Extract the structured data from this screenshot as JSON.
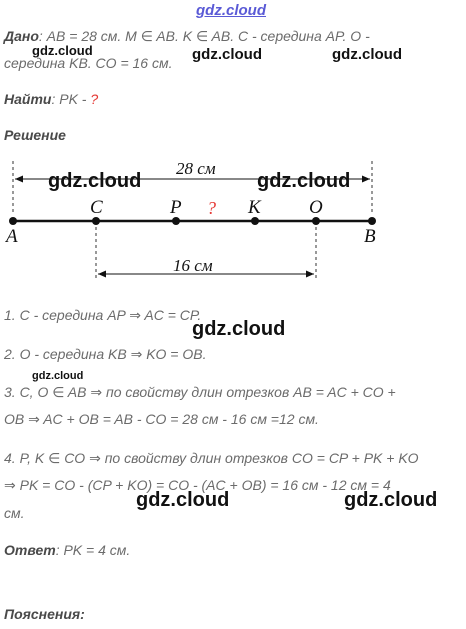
{
  "watermark": "gdz.cloud",
  "dano": {
    "label": "Дано",
    "line1": ": AB = 28 см. M ∈ AB. K ∈ AB. C - середина AP. O -",
    "line2": "середина KB. CO = 16 см."
  },
  "find": {
    "label": "Найти",
    "text": ": PK - ",
    "unknown": "?"
  },
  "solution_label": "Решение",
  "diagram": {
    "top_length": "28 см",
    "bottom_length": "16 см",
    "points": [
      "A",
      "C",
      "P",
      "K",
      "O",
      "B"
    ],
    "unknown": "?"
  },
  "steps": {
    "s1": "1. C - середина  AP ⇒ AC = CP.",
    "s2": "2. O - середина  KB ⇒ KO = OB.",
    "s3a": "3. C, O ∈ AB ⇒ по свойству длин отрезков AB = AC + CO +",
    "s3b": "OB ⇒ AC + OB = AB - CO = 28 см - 16 см =12 см.",
    "s4a": "4. P, K ∈ CO ⇒ по свойству длин отрезков CO = CP + PK + KO",
    "s4b": " ⇒ PK = CO - (CP + KO) = CO - (AC + OB) = 16 см - 12 см = 4",
    "s4c": "см."
  },
  "answer": {
    "label": "Ответ",
    "text": ": PK = 4 см."
  },
  "explanations_label": "Пояснения:"
}
